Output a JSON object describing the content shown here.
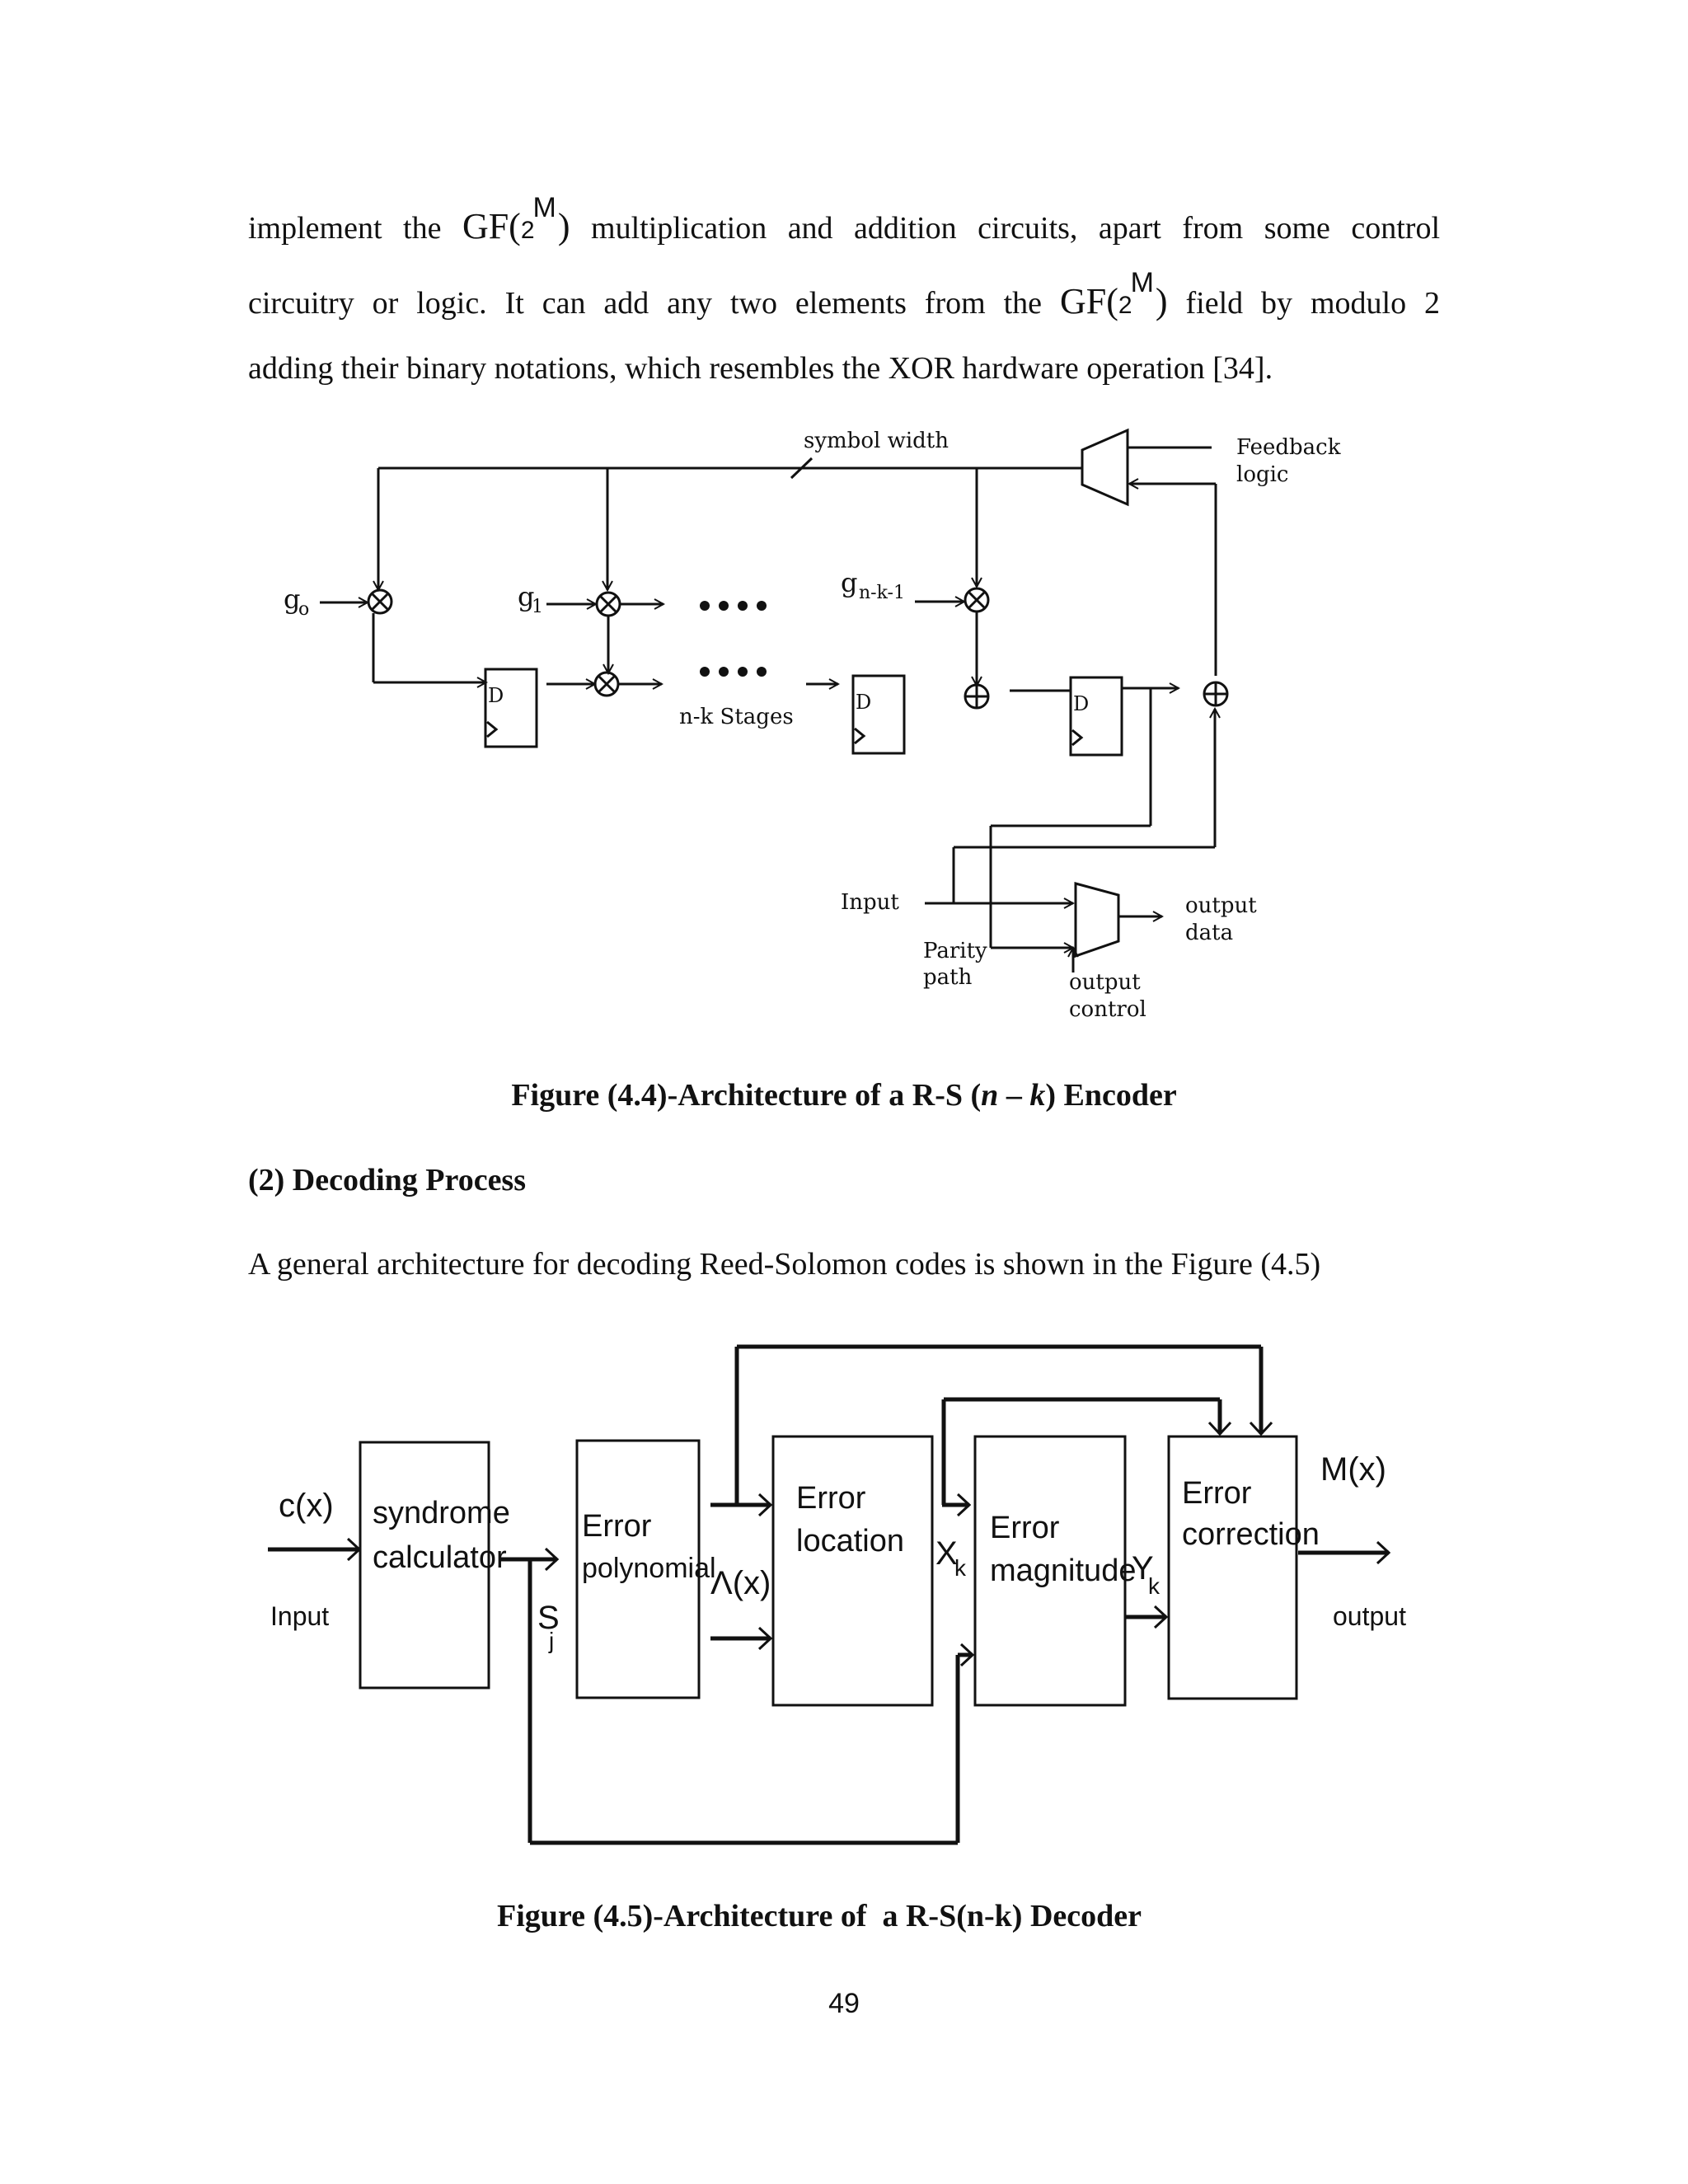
{
  "paragraph": {
    "l1_a": "implement the",
    "gf": "GF(",
    "two": "2",
    "m": "M",
    "close": ")",
    "l1_b": "multiplication and addition circuits, apart from some control",
    "l2_a": "circuitry or logic. It can add any two elements from the",
    "l2_b": "field by modulo 2",
    "l3": "adding their binary notations, which resembles the XOR hardware operation [34]."
  },
  "figure_encoder": {
    "symbol_width": "symbol width",
    "feedback_1": "Feedback",
    "feedback_2": "logic",
    "g0": "g",
    "g0_sub": "o",
    "g1": "g",
    "g1_sub": "1",
    "gnk": "g",
    "gnk_sub": "n-k-1",
    "d_label": "D",
    "stages": "n-k Stages",
    "input": "Input",
    "parity_1": "Parity",
    "parity_2": "path",
    "output_data_1": "output",
    "output_data_2": "data",
    "output_control_1": "output",
    "output_control_2": "control",
    "caption_a": "Figure (4.4)-Architecture of a R-S (",
    "caption_n": "n",
    "caption_dash": " – ",
    "caption_k": "k",
    "caption_b": ") Encoder"
  },
  "section": {
    "heading": "(2) Decoding Process",
    "text": "A general architecture for decoding Reed-Solomon codes is shown in the Figure (4.5)"
  },
  "figure_decoder": {
    "cx": "c(x)",
    "input": "Input",
    "syndrome_1": "syndrome",
    "syndrome_2": "calculator",
    "sj": "S",
    "sj_sub": "j",
    "err_poly_1": "Error",
    "err_poly_2": "polynomial",
    "lambda": "Λ(x)",
    "err_loc_1": "Error",
    "err_loc_2": "location",
    "xk": "X",
    "xk_sub": "k",
    "err_mag_1": "Error",
    "err_mag_2": "magnitude",
    "yk": "Y",
    "yk_sub": "k",
    "err_corr_1": "Error",
    "err_corr_2": "correction",
    "mx": "M(x)",
    "output": "output",
    "caption": "Figure (4.5)-Architecture of  a R-S(n-k) Decoder"
  },
  "page_number": "49"
}
